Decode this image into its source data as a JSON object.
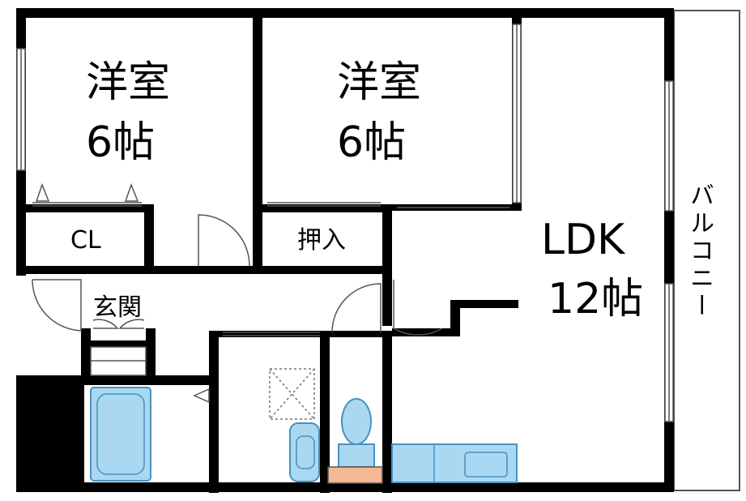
{
  "rooms": {
    "western_room_left": {
      "name": "洋室",
      "size": "6帖"
    },
    "western_room_right": {
      "name": "洋室",
      "size": "6帖"
    },
    "closet": {
      "name": "CL"
    },
    "oshiire": {
      "name": "押入"
    },
    "entrance": {
      "name": "玄関"
    },
    "ldk": {
      "name": "LDK",
      "size": "12帖"
    },
    "balcony": {
      "name": "バルコニー"
    }
  },
  "colors": {
    "wall": "#000000",
    "fixture_fill": "#a9d8f0",
    "fixture_stroke": "#4a90c0",
    "counter_fill": "#f5b895",
    "outline": "#555555"
  }
}
